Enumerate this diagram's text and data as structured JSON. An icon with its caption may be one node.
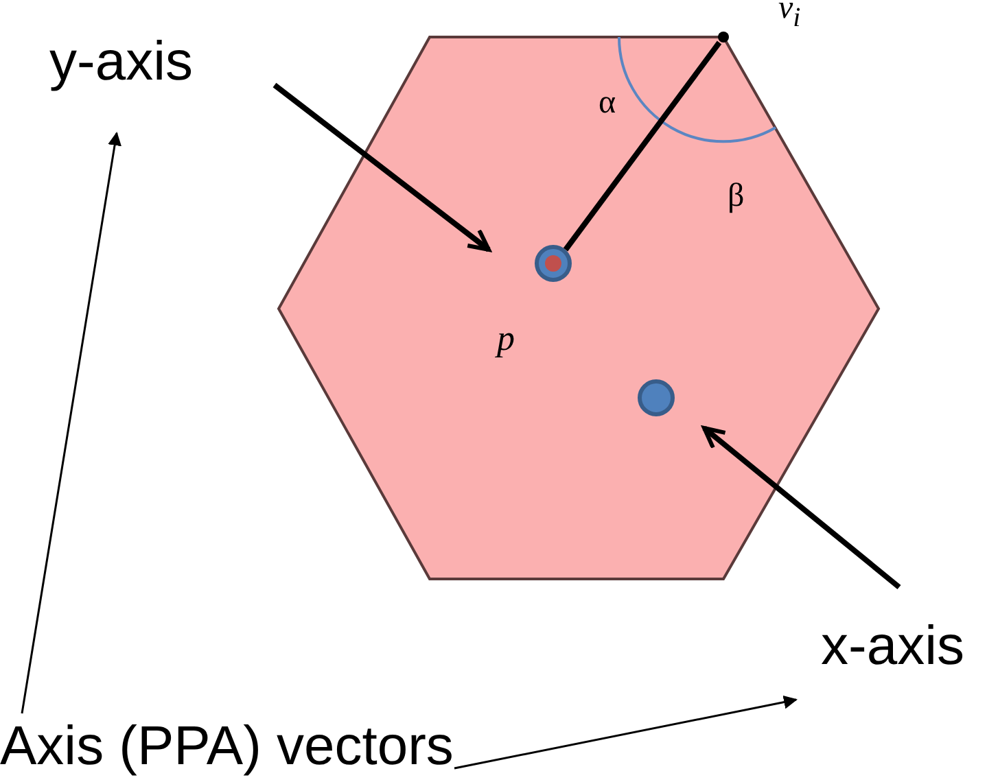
{
  "diagram": {
    "nodes": [
      {
        "text": [
          "y-axis"
        ]
      },
      {
        "text": [
          "x-axis"
        ]
      },
      {
        "text": [
          "Axis (PPA) vectors"
        ]
      },
      {
        "text": [],
        "shape": "hexagon"
      },
      {
        "text": [],
        "shape": "circle",
        "in": 3
      },
      {
        "text": [],
        "shape": "circle",
        "in": 3
      },
      {
        "text": [],
        "shape": "point",
        "in": 3,
        "beside": [
          "v$_{i}$"
        ]
      }
    ],
    "edges": [
      {
        "from": 0,
        "to": 4,
        "arrow": "to"
      },
      {
        "from": 1,
        "to": 5,
        "arrow": "to"
      },
      {
        "from": 2,
        "to": 0,
        "arrow": "to"
      },
      {
        "from": 2,
        "to": 1,
        "arrow": "to"
      },
      {
        "from": 4,
        "to": 6,
        "arrow": "none"
      }
    ],
    "labels": [
      "α",
      "β",
      "p"
    ]
  }
}
